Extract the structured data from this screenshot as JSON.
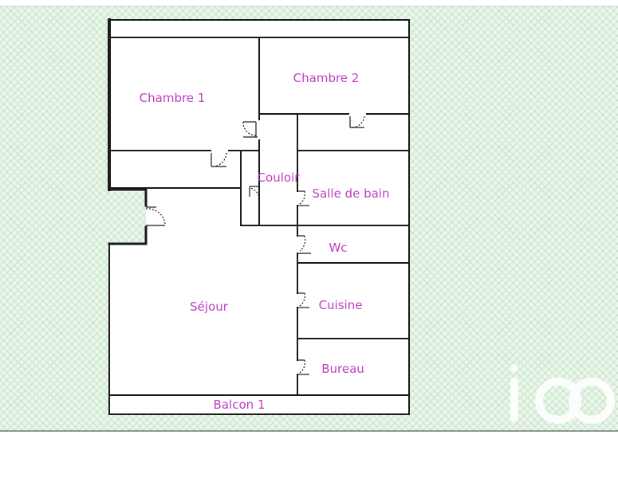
{
  "plan": {
    "label_color": "#c040c0",
    "wall_color": "#1a1a1a",
    "background_color": "#eaf6ea",
    "pattern_color": "#bfe0c2",
    "rooms": [
      {
        "id": "chambre1",
        "label": "Chambre 1"
      },
      {
        "id": "chambre2",
        "label": "Chambre 2"
      },
      {
        "id": "couloir",
        "label": "Couloir"
      },
      {
        "id": "salle_de_bain",
        "label": "Salle de bain"
      },
      {
        "id": "wc",
        "label": "Wc"
      },
      {
        "id": "sejour",
        "label": "Séjour"
      },
      {
        "id": "cuisine",
        "label": "Cuisine"
      },
      {
        "id": "bureau",
        "label": "Bureau"
      },
      {
        "id": "balcon1",
        "label": "Balcon 1"
      }
    ]
  },
  "watermark": {
    "icon": "iad-logo",
    "text": "iad"
  }
}
